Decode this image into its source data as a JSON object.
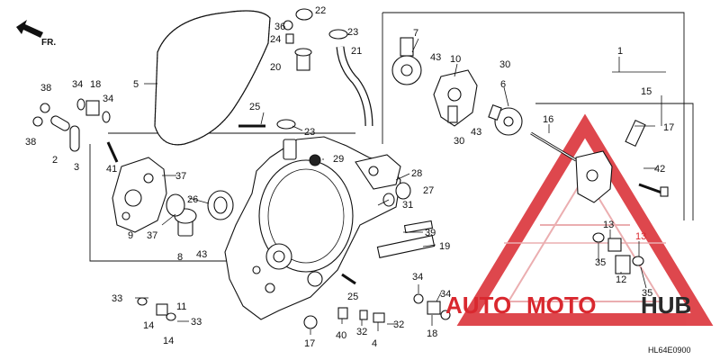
{
  "direction_label": "FR.",
  "drawing_code": "HL64E0900",
  "watermark": {
    "word_left": "AUTO",
    "word_mid": "MOTO",
    "word_right": "HUB",
    "color_red": "#d9282f",
    "color_dark": "#2a2a2a"
  },
  "callouts": [
    {
      "id": "c1",
      "label": "1"
    },
    {
      "id": "c2",
      "label": "2"
    },
    {
      "id": "c3",
      "label": "3"
    },
    {
      "id": "c4",
      "label": "4"
    },
    {
      "id": "c5",
      "label": "5"
    },
    {
      "id": "c6",
      "label": "6"
    },
    {
      "id": "c7",
      "label": "7"
    },
    {
      "id": "c8",
      "label": "8"
    },
    {
      "id": "c9",
      "label": "9"
    },
    {
      "id": "c10",
      "label": "10"
    },
    {
      "id": "c11",
      "label": "11"
    },
    {
      "id": "c12",
      "label": "12"
    },
    {
      "id": "c13a",
      "label": "13"
    },
    {
      "id": "c13b",
      "label": "13"
    },
    {
      "id": "c14a",
      "label": "14"
    },
    {
      "id": "c14b",
      "label": "14"
    },
    {
      "id": "c15",
      "label": "15"
    },
    {
      "id": "c16",
      "label": "16"
    },
    {
      "id": "c17a",
      "label": "17"
    },
    {
      "id": "c17b",
      "label": "17"
    },
    {
      "id": "c18a",
      "label": "18"
    },
    {
      "id": "c18b",
      "label": "18"
    },
    {
      "id": "c19",
      "label": "19"
    },
    {
      "id": "c20",
      "label": "20"
    },
    {
      "id": "c21",
      "label": "21"
    },
    {
      "id": "c22",
      "label": "22"
    },
    {
      "id": "c23a",
      "label": "23"
    },
    {
      "id": "c23b",
      "label": "23"
    },
    {
      "id": "c24",
      "label": "24"
    },
    {
      "id": "c25a",
      "label": "25"
    },
    {
      "id": "c25b",
      "label": "25"
    },
    {
      "id": "c26",
      "label": "26"
    },
    {
      "id": "c27",
      "label": "27"
    },
    {
      "id": "c28",
      "label": "28"
    },
    {
      "id": "c29",
      "label": "29"
    },
    {
      "id": "c30a",
      "label": "30"
    },
    {
      "id": "c30b",
      "label": "30"
    },
    {
      "id": "c31",
      "label": "31"
    },
    {
      "id": "c32a",
      "label": "32"
    },
    {
      "id": "c32b",
      "label": "32"
    },
    {
      "id": "c33a",
      "label": "33"
    },
    {
      "id": "c33b",
      "label": "33"
    },
    {
      "id": "c34a",
      "label": "34"
    },
    {
      "id": "c34b",
      "label": "34"
    },
    {
      "id": "c34c",
      "label": "34"
    },
    {
      "id": "c34d",
      "label": "34"
    },
    {
      "id": "c35a",
      "label": "35"
    },
    {
      "id": "c35b",
      "label": "35"
    },
    {
      "id": "c36",
      "label": "36"
    },
    {
      "id": "c37a",
      "label": "37"
    },
    {
      "id": "c37b",
      "label": "37"
    },
    {
      "id": "c38a",
      "label": "38"
    },
    {
      "id": "c38b",
      "label": "38"
    },
    {
      "id": "c39",
      "label": "39"
    },
    {
      "id": "c40",
      "label": "40"
    },
    {
      "id": "c41",
      "label": "41"
    },
    {
      "id": "c42",
      "label": "42"
    },
    {
      "id": "c43a",
      "label": "43"
    },
    {
      "id": "c43b",
      "label": "43"
    },
    {
      "id": "c43c",
      "label": "43"
    }
  ]
}
